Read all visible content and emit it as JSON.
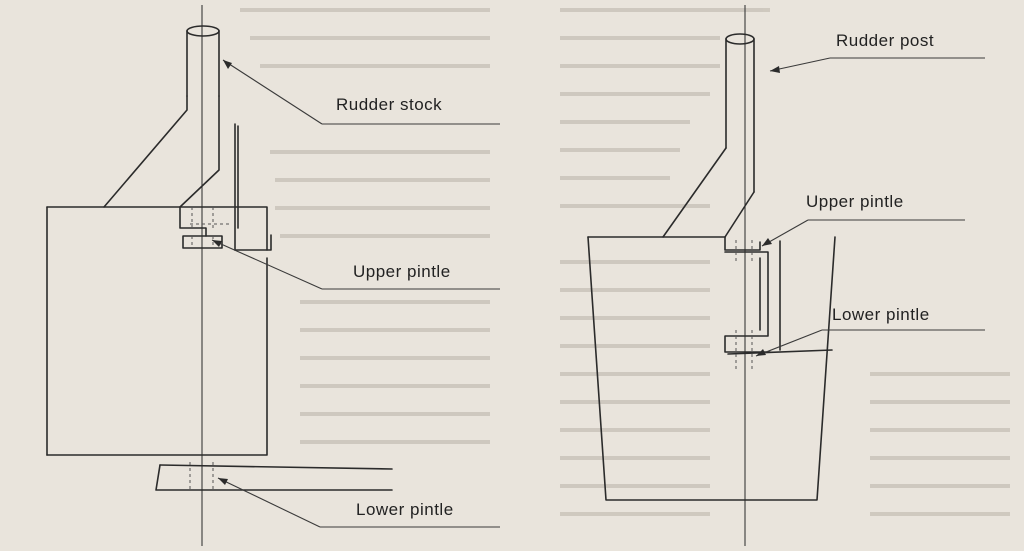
{
  "figure_left": {
    "labels": {
      "rudder_stock": "Rudder stock",
      "upper_pintle": "Upper pintle",
      "lower_pintle": "Lower pintle"
    }
  },
  "figure_right": {
    "labels": {
      "rudder_post": "Rudder post",
      "upper_pintle": "Upper pintle",
      "lower_pintle": "Lower pintle"
    }
  },
  "colors": {
    "paper": "#e9e4dc",
    "ink": "#2b2b2b",
    "bleed_through_text": "#b9b2a8"
  }
}
